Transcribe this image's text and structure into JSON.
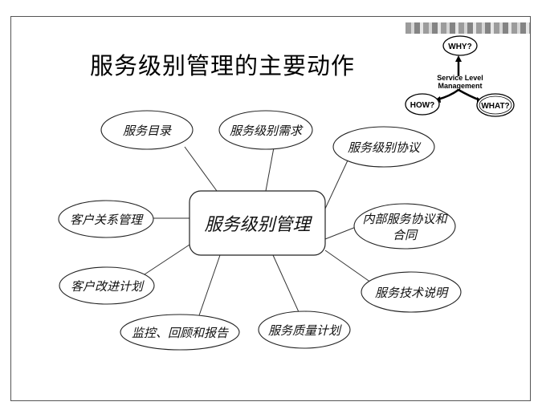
{
  "title": "服务级别管理的主要动作",
  "center": {
    "label": "服务级别管理"
  },
  "nodes": [
    {
      "id": "catalog",
      "label": "服务目录"
    },
    {
      "id": "requirements",
      "label": "服务级别需求"
    },
    {
      "id": "agreement",
      "label": "服务级别协议"
    },
    {
      "id": "ola",
      "label": "内部服务协议和",
      "label2": "合同"
    },
    {
      "id": "techspec",
      "label": "服务技术说明"
    },
    {
      "id": "quality",
      "label": "服务质量计划"
    },
    {
      "id": "monitor",
      "label": "监控、回顾和报告"
    },
    {
      "id": "improve",
      "label": "客户改进计划"
    },
    {
      "id": "relationship",
      "label": "客户关系管理"
    }
  ],
  "mini_diagram": {
    "why": "WHY?",
    "how": "HOW?",
    "what": "WHAT?",
    "center_line1": "Service Level",
    "center_line2": "Management"
  }
}
